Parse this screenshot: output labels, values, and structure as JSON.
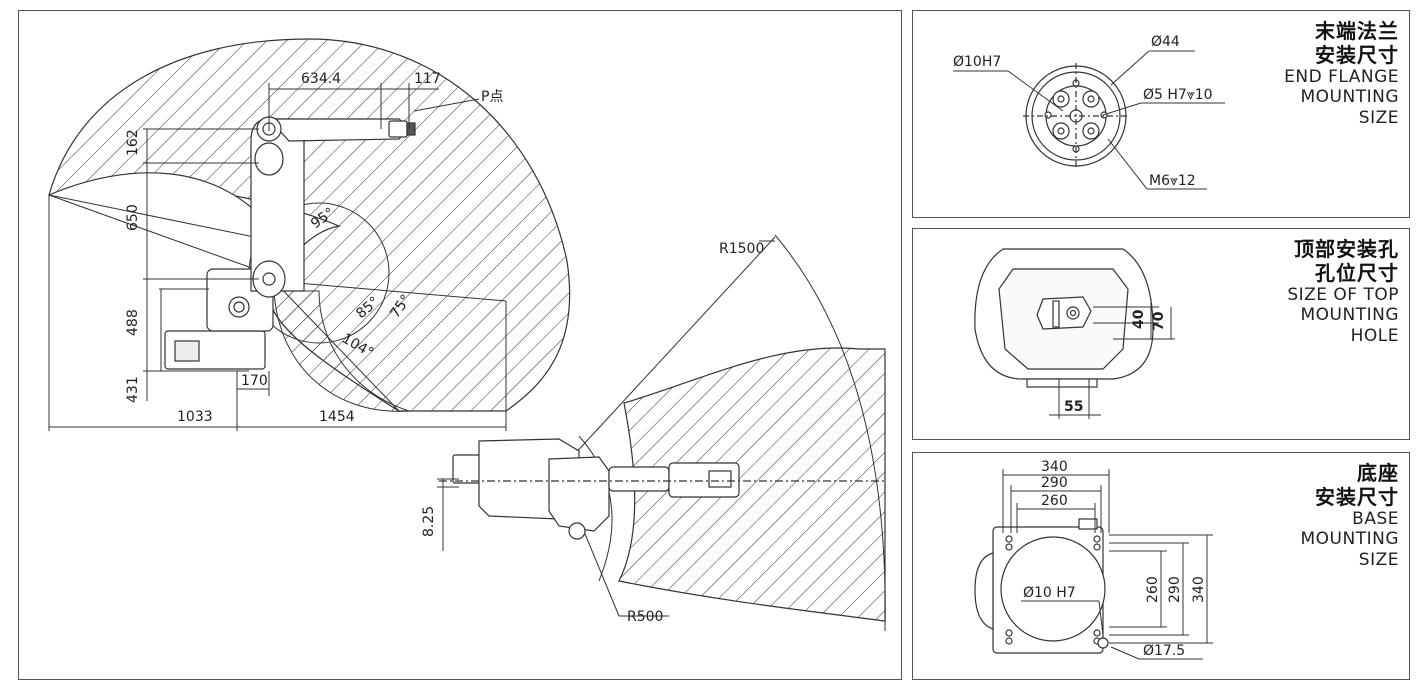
{
  "main": {
    "dims": {
      "d634": "634.4",
      "d117": "117",
      "p_point": "P点",
      "d162": "162",
      "d650": "650",
      "d488": "488",
      "d431": "431",
      "d170": "170",
      "d1033": "1033",
      "d1454": "1454",
      "a95": "95°",
      "a85": "85°",
      "a75": "75°",
      "a104": "104°",
      "r1500": "R1500",
      "r500": "R500",
      "d825": "8.25"
    }
  },
  "flange": {
    "title_cn_1": "末端法兰",
    "title_cn_2": "安装尺寸",
    "title_en_1": "END FLANGE",
    "title_en_2": "MOUNTING",
    "title_en_3": "SIZE",
    "dims": {
      "d10h7": "Ø10H7",
      "d44": "Ø44",
      "d5h7": "Ø5 H7⩔10",
      "m6": "M6⩔12"
    }
  },
  "top": {
    "title_cn_1": "顶部安装孔",
    "title_cn_2": "孔位尺寸",
    "title_en_1": "SIZE OF TOP",
    "title_en_2": "MOUNTING",
    "title_en_3": "HOLE",
    "dims": {
      "d40": "40",
      "d70": "70",
      "d55": "55"
    }
  },
  "base": {
    "title_cn_1": "底座",
    "title_cn_2": "安装尺寸",
    "title_en_1": "BASE",
    "title_en_2": "MOUNTING",
    "title_en_3": "SIZE",
    "dims": {
      "h340": "340",
      "h290": "290",
      "h260": "260",
      "v260": "260",
      "v290": "290",
      "v340": "340",
      "d10h7": "Ø10 H7",
      "d175": "Ø17.5"
    }
  }
}
